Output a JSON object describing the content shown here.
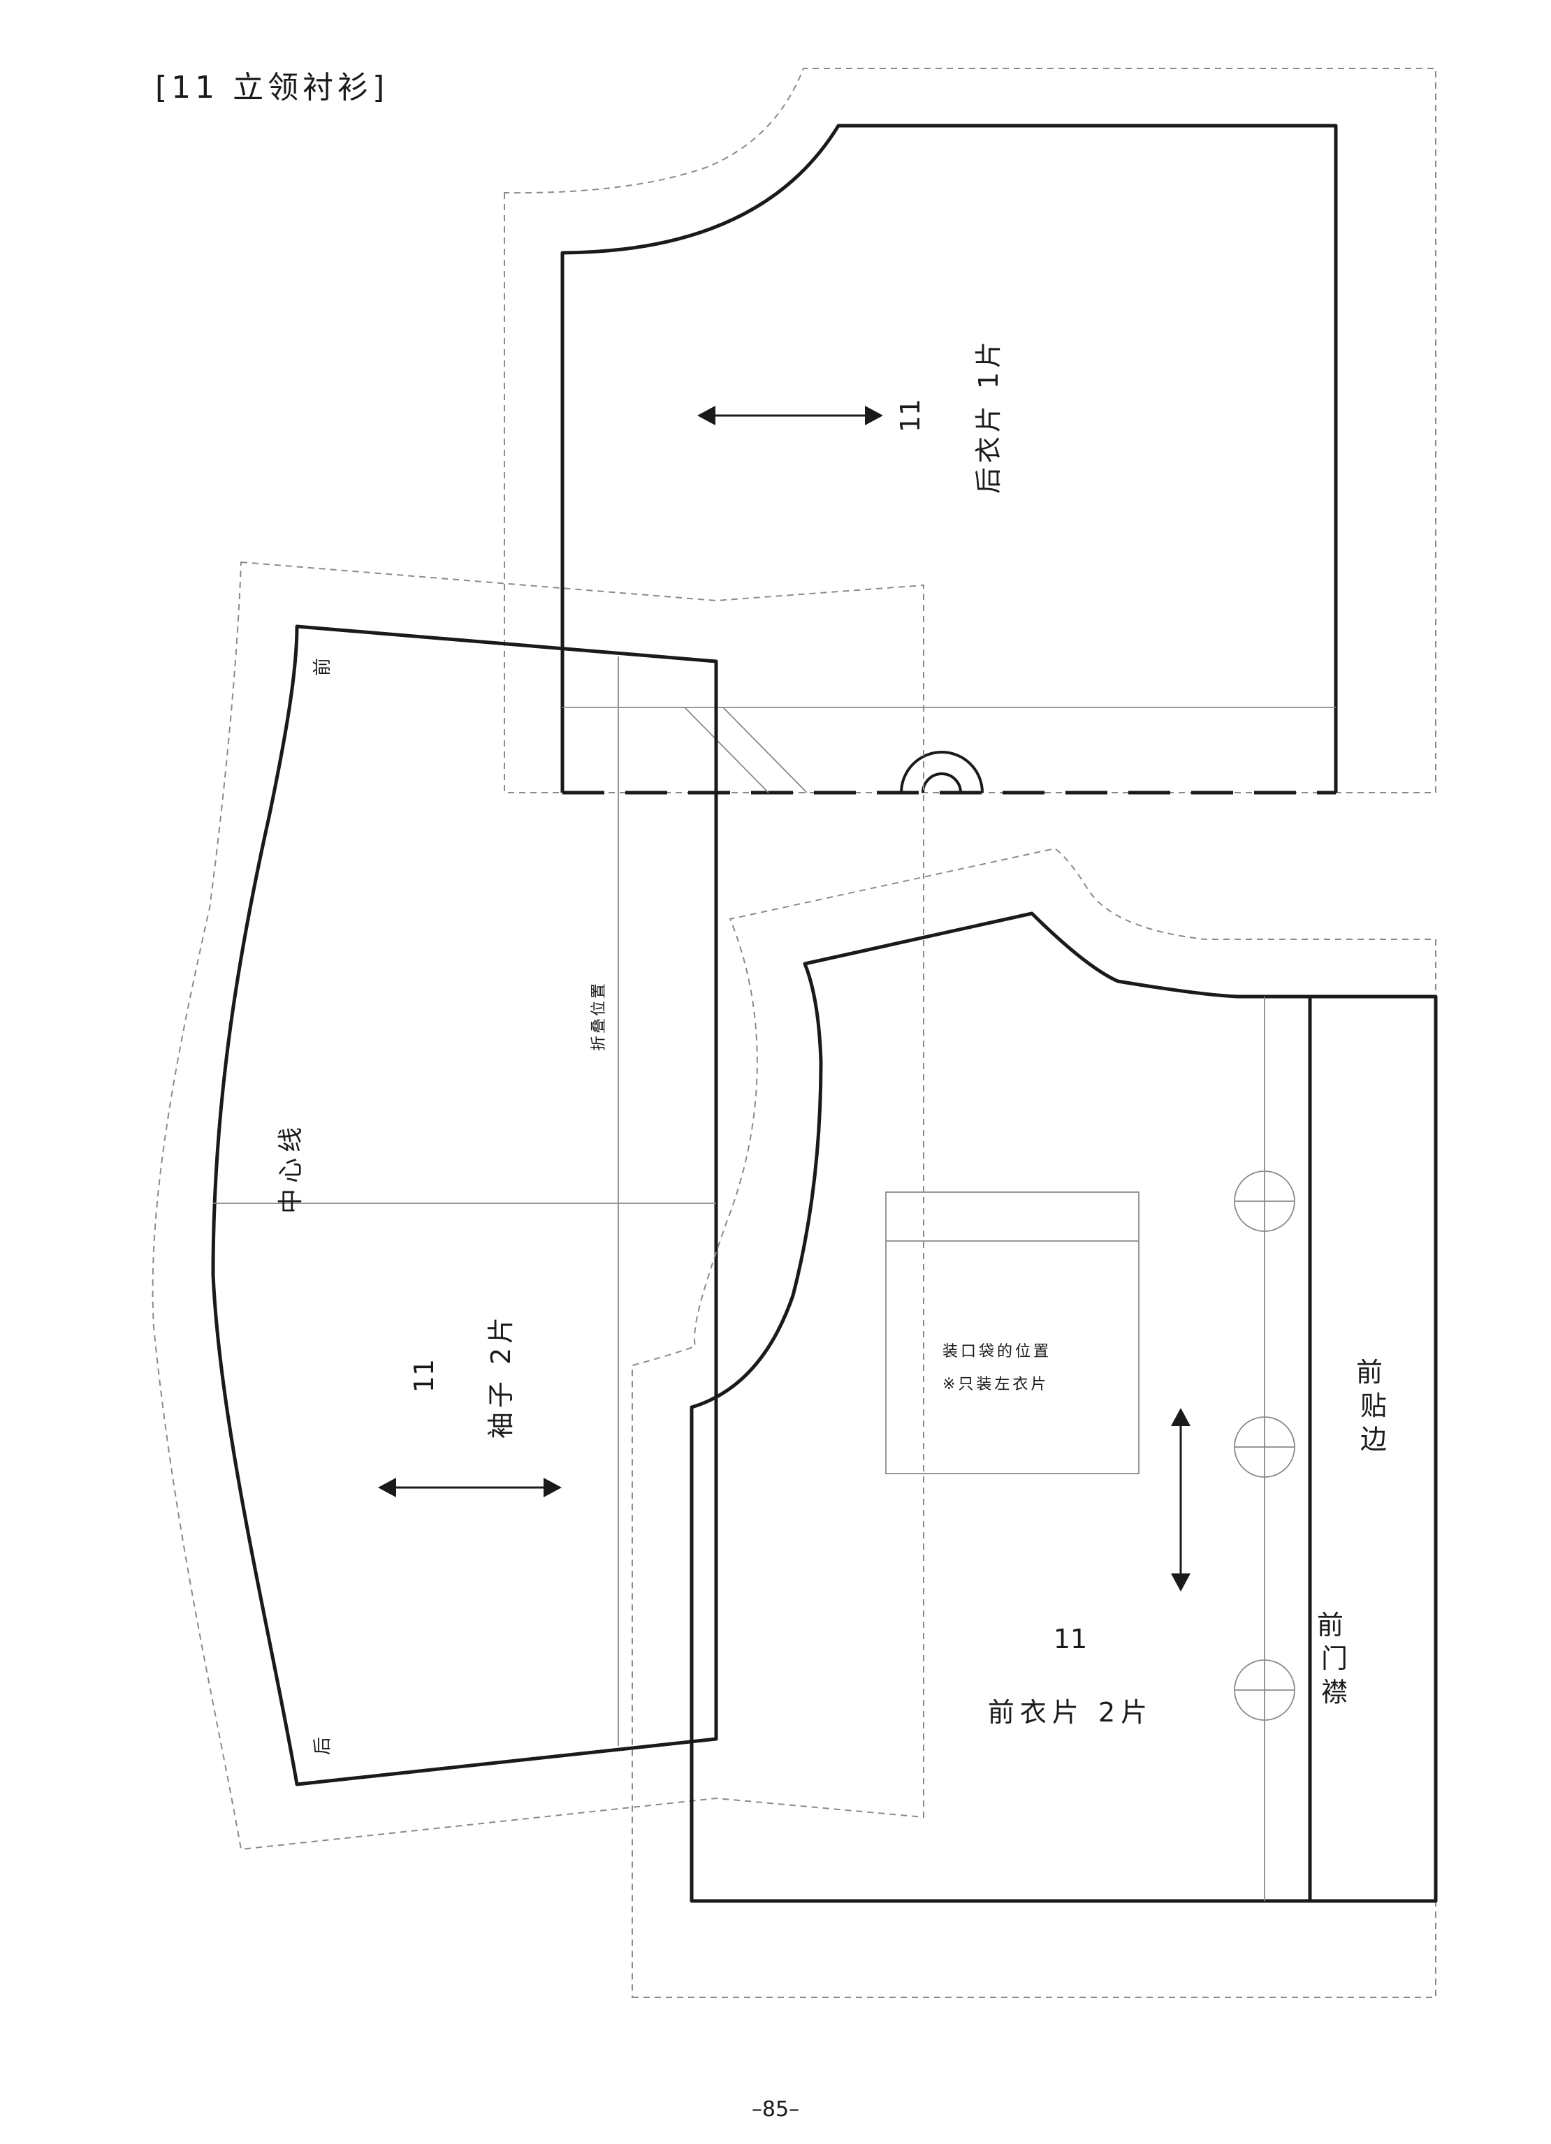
{
  "page": {
    "title": "[11 立领衬衫]",
    "page_number": "–85–"
  },
  "pieces": {
    "back": {
      "number": "11",
      "name": "后衣片 1片"
    },
    "sleeve": {
      "number": "11",
      "name": "袖子 2片",
      "front_mark": "前",
      "back_mark": "后",
      "center_label": "中心线",
      "fold_label": "折叠位置"
    },
    "front": {
      "number": "11",
      "name": "前衣片 2片",
      "facing_label": "前贴边",
      "placket_label": "前门襟",
      "pocket_label": "装口袋的位置",
      "pocket_note": "※只装左衣片"
    }
  },
  "colors": {
    "outline": "#1a1a1a",
    "guide": "#8a8a8a"
  }
}
